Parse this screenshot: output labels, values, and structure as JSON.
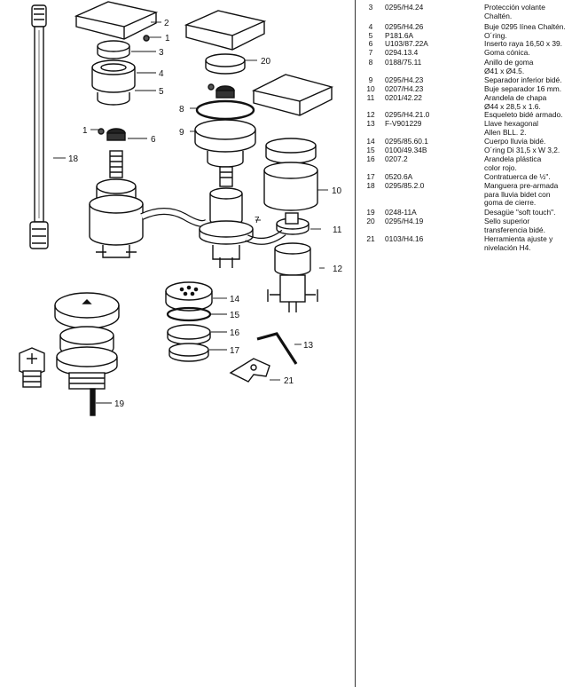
{
  "parts_table": {
    "rows": [
      {
        "num": "3",
        "code": "0295/H4.24",
        "desc": [
          "Protección volante",
          "Chaltén."
        ]
      },
      {
        "num": "4",
        "code": "0295/H4.26",
        "desc": [
          "Buje 0295 línea Chaltén."
        ]
      },
      {
        "num": "5",
        "code": "P181.6A",
        "desc": [
          "O´ring."
        ]
      },
      {
        "num": "6",
        "code": "U103/87.22A",
        "desc": [
          "Inserto raya 16,50 x 39."
        ]
      },
      {
        "num": "7",
        "code": "0294.13.4",
        "desc": [
          "Goma cónica."
        ]
      },
      {
        "num": "8",
        "code": "0188/75.11",
        "desc": [
          "Anillo de goma",
          "Ø41 x Ø4.5."
        ]
      },
      {
        "num": "9",
        "code": "0295/H4.23",
        "desc": [
          "Separador inferior bidé."
        ]
      },
      {
        "num": "10",
        "code": "0207/H4.23",
        "desc": [
          "Buje separador 16 mm."
        ]
      },
      {
        "num": "11",
        "code": "0201/42.22",
        "desc": [
          "Arandela de chapa",
          "Ø44 x 28,5 x 1.6."
        ]
      },
      {
        "num": "12",
        "code": "0295/H4.21.0",
        "desc": [
          "Esqueleto bidé armado."
        ]
      },
      {
        "num": "13",
        "code": "F-V901229",
        "desc": [
          "Llave hexagonal",
          "Allen BLL. 2."
        ]
      },
      {
        "num": "14",
        "code": "0295/85.60.1",
        "desc": [
          "Cuerpo lluvia bidé."
        ]
      },
      {
        "num": "15",
        "code": "0100/49.34B",
        "desc": [
          "O´ring Di 31,5 x W 3,2."
        ]
      },
      {
        "num": "16",
        "code": "0207.2",
        "desc": [
          "Arandela plástica",
          "color rojo."
        ]
      },
      {
        "num": "17",
        "code": "0520.6A",
        "desc": [
          "Contratuerca de ½\"."
        ]
      },
      {
        "num": "18",
        "code": "0295/85.2.0",
        "desc": [
          "Manguera pre-armada",
          "para lluvia bidet con",
          "goma de cierre."
        ]
      },
      {
        "num": "19",
        "code": "0248-11A",
        "desc": [
          "Desagüe \"soft touch\"."
        ]
      },
      {
        "num": "20",
        "code": "0295/H4.19",
        "desc": [
          "Sello superior",
          "transferencia bidé."
        ]
      },
      {
        "num": "21",
        "code": "0103/H4.16",
        "desc": [
          "Herramienta ajuste y",
          "nivelación H4."
        ]
      }
    ]
  },
  "callouts": [
    "1",
    "2",
    "3",
    "4",
    "5",
    "6",
    "7",
    "8",
    "9",
    "10",
    "11",
    "12",
    "13",
    "14",
    "15",
    "16",
    "17",
    "18",
    "19",
    "20",
    "21"
  ]
}
